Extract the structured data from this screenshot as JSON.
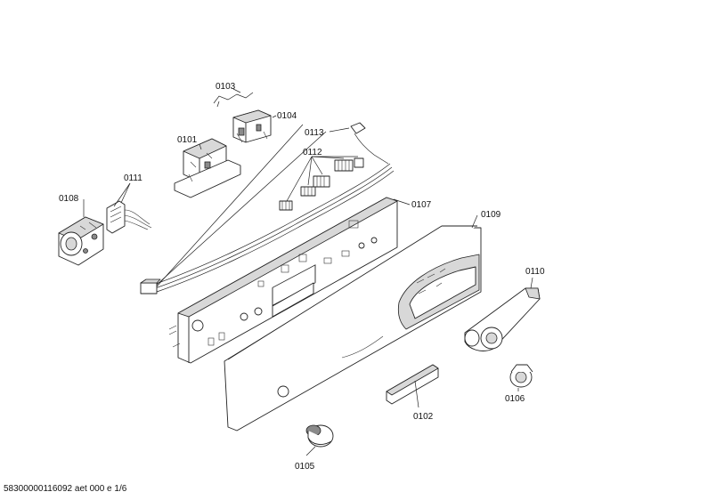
{
  "parts": [
    {
      "id": "0101"
    },
    {
      "id": "0102"
    },
    {
      "id": "0103"
    },
    {
      "id": "0104"
    },
    {
      "id": "0105"
    },
    {
      "id": "0106"
    },
    {
      "id": "0107"
    },
    {
      "id": "0108"
    },
    {
      "id": "0109"
    },
    {
      "id": "0110"
    },
    {
      "id": "0111"
    },
    {
      "id": "0112"
    },
    {
      "id": "0113"
    }
  ],
  "footer": "58300000116092 aet 000 e 1/6"
}
